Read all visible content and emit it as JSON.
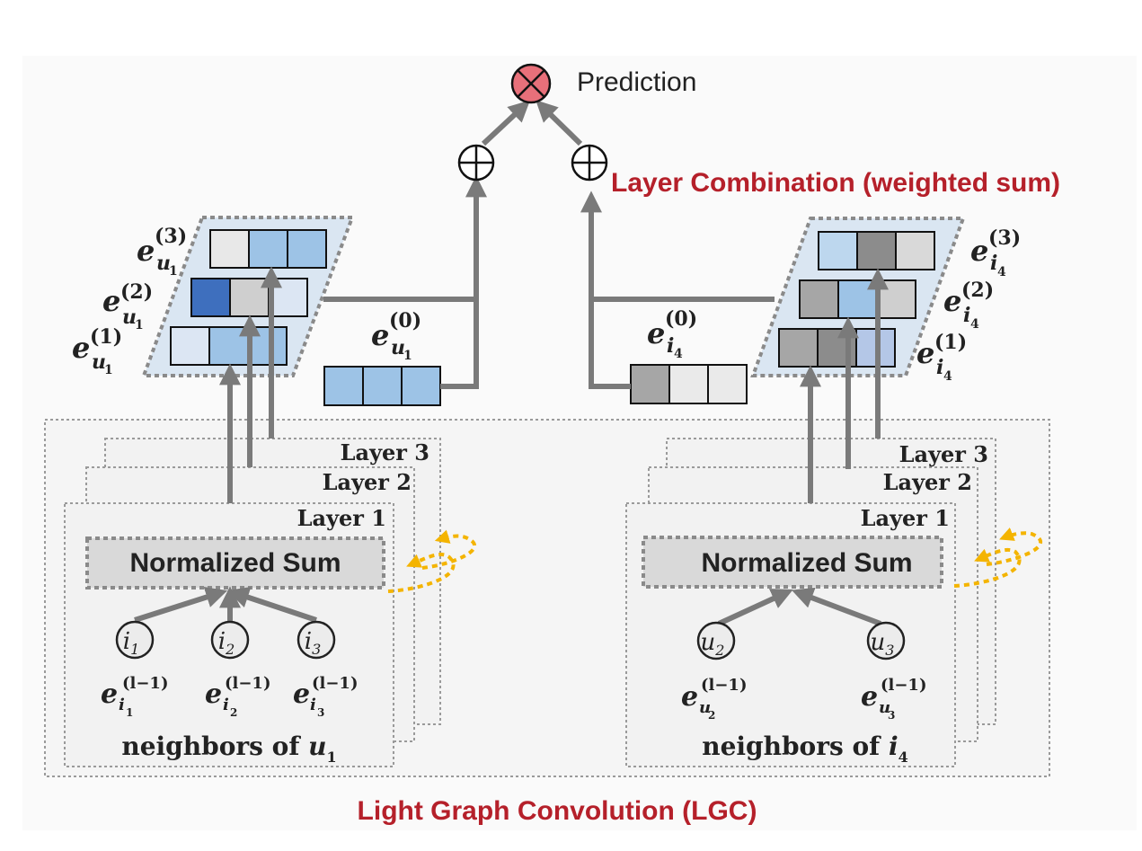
{
  "prediction": {
    "label": "Prediction",
    "symbol": "⊗",
    "color": "#e8707a"
  },
  "plus_symbol": "⊕",
  "layer_combination": {
    "label": "Layer Combination (weighted sum)",
    "color": "#b5202a"
  },
  "lgc": {
    "label": "Light Graph Convolution (LGC)",
    "color": "#b5202a"
  },
  "layers": [
    "Layer 3",
    "Layer 2",
    "Layer 1"
  ],
  "normalized_sum": "Normalized Sum",
  "user_side": {
    "embeddings": [
      {
        "base": "e",
        "sub": "u",
        "subsub": "1",
        "sup": "(3)"
      },
      {
        "base": "e",
        "sub": "u",
        "subsub": "1",
        "sup": "(2)"
      },
      {
        "base": "e",
        "sub": "u",
        "subsub": "1",
        "sup": "(1)"
      }
    ],
    "initial": {
      "base": "e",
      "sub": "u",
      "subsub": "1",
      "sup": "(0)"
    },
    "neighbors": [
      {
        "node": "i",
        "node_sub": "1",
        "emb_sub": "i",
        "emb_subsub": "1",
        "emb_sup": "(l−1)"
      },
      {
        "node": "i",
        "node_sub": "2",
        "emb_sub": "i",
        "emb_subsub": "2",
        "emb_sup": "(l−1)"
      },
      {
        "node": "i",
        "node_sub": "3",
        "emb_sub": "i",
        "emb_subsub": "3",
        "emb_sup": "(l−1)"
      }
    ],
    "neighbors_caption": "neighbors of ",
    "neighbors_target": "u",
    "neighbors_target_sub": "1",
    "vector_colors": {
      "layer3": [
        "#e8e8e8",
        "#9dc3e6",
        "#9dc3e6"
      ],
      "layer2": [
        "#3e6fbe",
        "#cfcfcf",
        "#dce6f3"
      ],
      "layer1": [
        "#dce6f3",
        "#9dc3e6",
        "#9dc3e6"
      ],
      "layer0": [
        "#9dc3e6",
        "#9dc3e6",
        "#9dc3e6"
      ]
    }
  },
  "item_side": {
    "embeddings": [
      {
        "base": "e",
        "sub": "i",
        "subsub": "4",
        "sup": "(3)"
      },
      {
        "base": "e",
        "sub": "i",
        "subsub": "4",
        "sup": "(2)"
      },
      {
        "base": "e",
        "sub": "i",
        "subsub": "4",
        "sup": "(1)"
      }
    ],
    "initial": {
      "base": "e",
      "sub": "i",
      "subsub": "4",
      "sup": "(0)"
    },
    "neighbors": [
      {
        "node": "u",
        "node_sub": "2",
        "emb_sub": "u",
        "emb_subsub": "2",
        "emb_sup": "(l−1)"
      },
      {
        "node": "u",
        "node_sub": "3",
        "emb_sub": "u",
        "emb_subsub": "3",
        "emb_sup": "(l−1)"
      }
    ],
    "neighbors_caption": "neighbors of ",
    "neighbors_target": "i",
    "neighbors_target_sub": "4",
    "vector_colors": {
      "layer3": [
        "#bdd7ee",
        "#8c8c8c",
        "#d9d9d9"
      ],
      "layer2": [
        "#a6a6a6",
        "#9dc3e6",
        "#cfcfcf"
      ],
      "layer1": [
        "#a6a6a6",
        "#8c8c8c",
        "#b4c7e7"
      ],
      "layer0": [
        "#a6a6a6",
        "#eaeaea",
        "#eaeaea"
      ]
    }
  },
  "colors": {
    "arrow": "#7a7a7a",
    "panel_fill": "#dae6f2",
    "dashed_orange": "#f4b400"
  }
}
